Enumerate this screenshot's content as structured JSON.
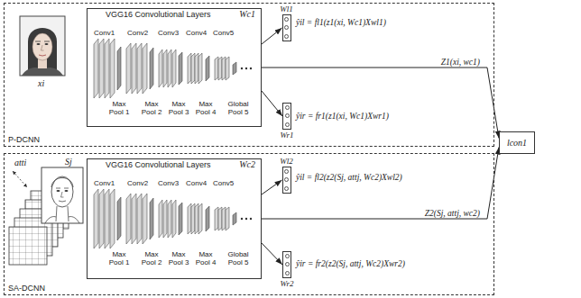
{
  "diagram": {
    "nodes": [
      {
        "text": [
          "P-DCNN"
        ]
      },
      {
        "text": [
          "VGG16 Convolutional Layers",
          "Wc1"
        ],
        "in": 0
      },
      {
        "text": [
          "Wl1"
        ],
        "in": 0
      },
      {
        "text": [
          "Wr1"
        ],
        "in": 0
      },
      {
        "text": [
          "SA-DCNN"
        ]
      },
      {
        "text": [
          "VGG16 Convolutional Layers",
          "Wc2"
        ],
        "in": 4
      },
      {
        "text": [
          "Wl2"
        ],
        "in": 4
      },
      {
        "text": [
          "Wr2"
        ],
        "in": 4
      },
      {
        "text": [
          "lcon1"
        ]
      }
    ],
    "edges": [
      {
        "from": 1,
        "to": 2,
        "arrow": "to"
      },
      {
        "from": 1,
        "to": 3,
        "arrow": "to"
      },
      {
        "from": 1,
        "to": 8,
        "label": "Z1(xi, wc1)",
        "arrow": "to"
      },
      {
        "from": 5,
        "to": 6,
        "arrow": "to"
      },
      {
        "from": 5,
        "to": 7,
        "arrow": "to"
      },
      {
        "from": 5,
        "to": 8,
        "label": "Z2(Sj, attj, wc2)",
        "arrow": "to"
      }
    ],
    "labels": [
      "xi",
      "Conv1",
      "Conv2",
      "Conv3",
      "Conv4",
      "Conv5",
      "Max Pool 1",
      "Max Pool 2",
      "Max Pool 3",
      "Max Pool 4",
      "Global Pool 5",
      "ŷil = fl1(z1(xi, Wc1)Xwl1)",
      "ŷir = fr1(z1(xi, Wc1)Xwr1)",
      "atti",
      "Sj",
      "Conv1",
      "Conv2",
      "Conv3",
      "Conv4",
      "Conv5",
      "Max Pool 1",
      "Max Pool 2",
      "Max Pool 3",
      "Max Pool 4",
      "Global Pool 5",
      "ŷil = fl2(z2(Sj, attj, Wc2)Xwl2)",
      "ŷir = fr2(z2(Sj, attj, Wc2)Xwr2)"
    ]
  }
}
